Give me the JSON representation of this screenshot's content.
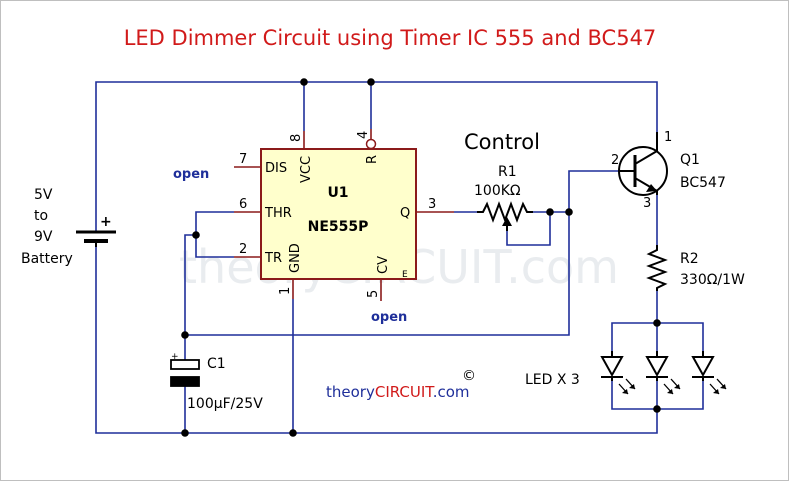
{
  "title": "LED Dimmer Circuit using Timer IC 555 and BC547",
  "watermark": "theoryCIRCUIT.com",
  "ic": {
    "ref": "U1",
    "part": "NE555P",
    "pins": {
      "dis": "DIS",
      "thr": "THR",
      "tr": "TR",
      "q": "Q",
      "vcc": "VCC",
      "gnd": "GND",
      "r": "R",
      "cv": "CV"
    },
    "pin_numbers": {
      "p1": "1",
      "p2": "2",
      "p3": "3",
      "p4": "4",
      "p5": "5",
      "p6": "6",
      "p7": "7",
      "p8": "8"
    },
    "corner_mark": "E"
  },
  "open_labels": {
    "dis": "open",
    "cv": "open"
  },
  "control_label": "Control",
  "r1": {
    "ref": "R1",
    "value": "100KΩ"
  },
  "q1": {
    "ref": "Q1",
    "part": "BC547",
    "pins": {
      "collector": "1",
      "base": "2",
      "emitter": "3"
    }
  },
  "r2": {
    "ref": "R2",
    "value": "330Ω/1W"
  },
  "leds": {
    "label": "LED X 3"
  },
  "c1": {
    "ref": "C1",
    "value": "100µF/25V"
  },
  "battery": {
    "line1": "5V",
    "line2": "to",
    "line3": "9V",
    "line4": "Battery"
  },
  "credit": {
    "part1": "theory",
    "part2": "CIRCUIT",
    "part3": ".com",
    "copyright": "©"
  }
}
